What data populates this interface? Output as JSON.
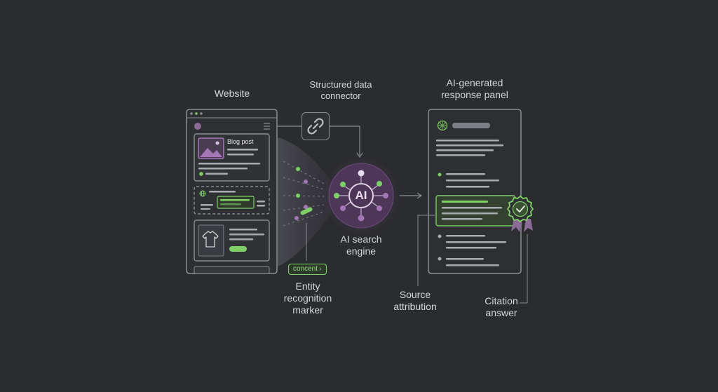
{
  "labels": {
    "website": "Website",
    "connector_line1": "Structured data",
    "connector_line2": "connector",
    "panel_line1": "AI-generated",
    "panel_line2": "response panel",
    "engine_line1": "AI search",
    "engine_line2": "engine",
    "entity_line1": "Entity",
    "entity_line2": "recognition",
    "entity_line3": "marker",
    "source_line1": "Source",
    "source_line2": "attribution",
    "citation_line1": "Citation",
    "citation_line2": "answer"
  },
  "website": {
    "blog_post_label": "Blog post"
  },
  "entity_tag": {
    "text": "concent"
  },
  "engine": {
    "core_text": "AI"
  },
  "colors": {
    "background": "#2a2c2e",
    "accent_green": "#7ed067",
    "accent_purple": "#a476b6",
    "line_gray": "#8a8e93"
  },
  "icons": [
    "link-icon",
    "image-icon",
    "tshirt-icon",
    "globe-icon",
    "sparkle-icon",
    "check-badge-icon",
    "menu-icon"
  ]
}
